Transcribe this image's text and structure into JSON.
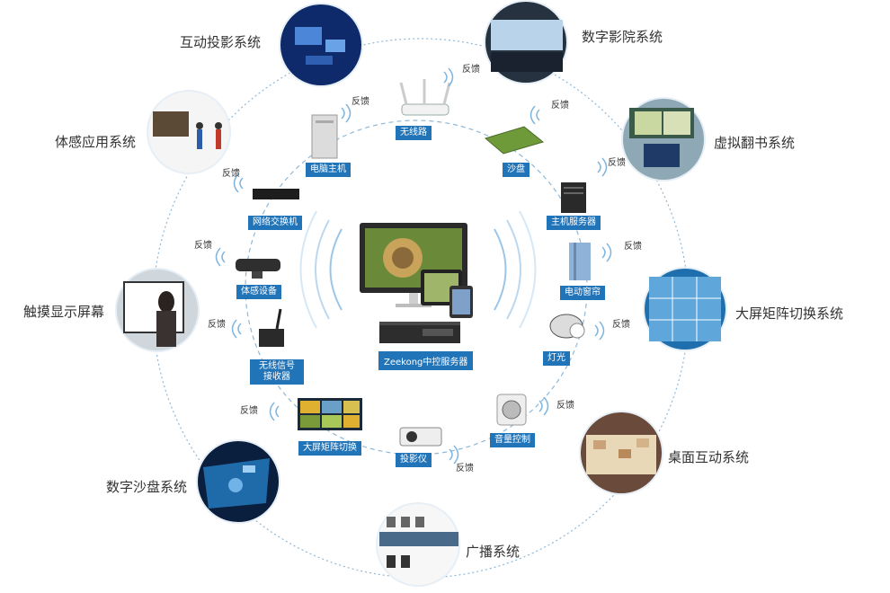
{
  "center": {
    "label": "Zeekong中控服务器"
  },
  "outer_systems": [
    {
      "label": "互动投影系统"
    },
    {
      "label": "数字影院系统"
    },
    {
      "label": "体感应用系统"
    },
    {
      "label": "虚拟翻书系统"
    },
    {
      "label": "触摸显示屏幕"
    },
    {
      "label": "大屏矩阵切换系统"
    },
    {
      "label": "数字沙盘系统"
    },
    {
      "label": "桌面互动系统"
    },
    {
      "label": "广播系统"
    }
  ],
  "devices": [
    {
      "label": "无线路"
    },
    {
      "label": "电脑主机"
    },
    {
      "label": "沙盘"
    },
    {
      "label": "网络交换机"
    },
    {
      "label": "主机服务器"
    },
    {
      "label": "体感设备"
    },
    {
      "label": "电动窗帘"
    },
    {
      "label": "无线信号"
    },
    {
      "label": "接收器"
    },
    {
      "label": "灯光"
    },
    {
      "label": "大屏矩阵切换"
    },
    {
      "label": "音量控制"
    },
    {
      "label": "投影仪"
    }
  ],
  "feedback_label": "反馈",
  "colors": {
    "accent": "#2274b8",
    "wave": "#7fb6e0",
    "ring": "#8fb8d8"
  }
}
